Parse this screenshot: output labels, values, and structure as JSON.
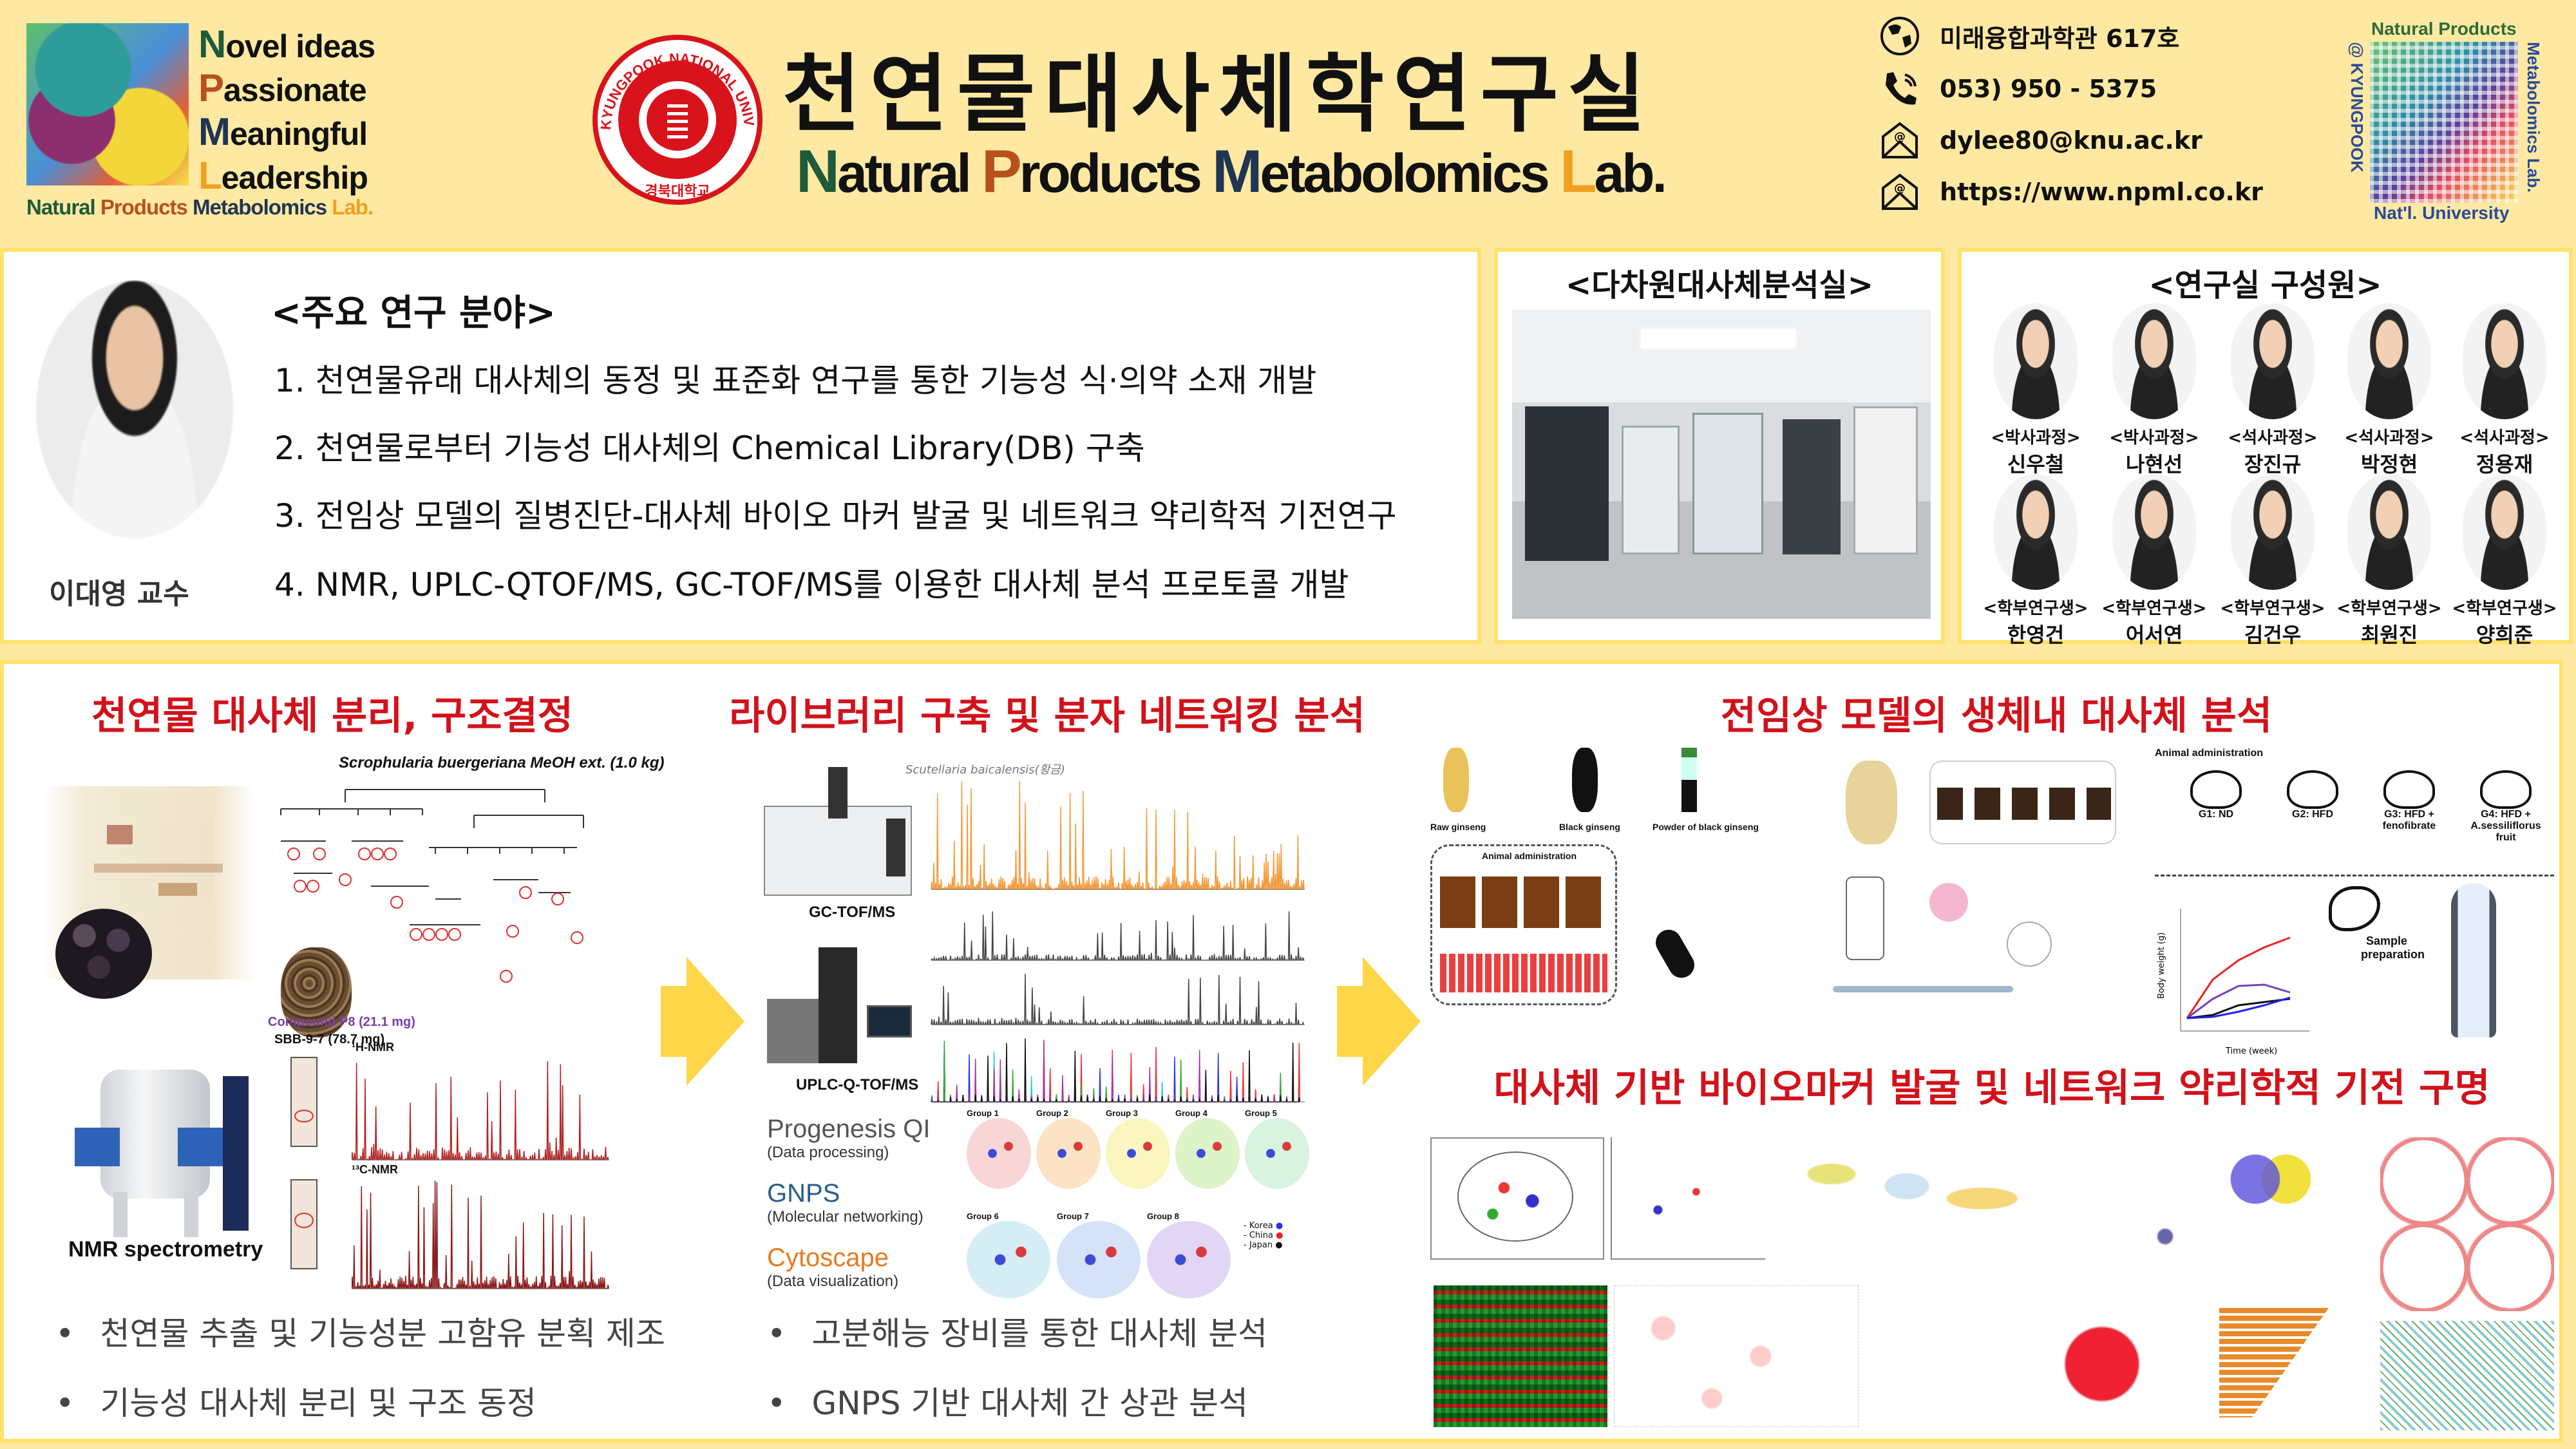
{
  "header": {
    "motto": [
      {
        "cap": "N",
        "rest": "ovel ideas",
        "color": "#1E5B3A"
      },
      {
        "cap": "P",
        "rest": "assionate",
        "color": "#B8501C"
      },
      {
        "cap": "M",
        "rest": "eaningful",
        "color": "#1F3553"
      },
      {
        "cap": "L",
        "rest": "eadership",
        "color": "#F0A020"
      }
    ],
    "lab_words": [
      {
        "text": "Natural",
        "color": "#1E5B3A"
      },
      {
        "text": "Products",
        "color": "#B8501C"
      },
      {
        "text": "Metabolomics",
        "color": "#1F3553"
      },
      {
        "text": "Lab.",
        "color": "#F0A020"
      }
    ],
    "seal_text_en": "KYUNGPOOK NATIONAL UNIVERSITY",
    "seal_text_kr": "경북대학교",
    "title_kr": "천연물대사체학연구실",
    "title_en_words": [
      {
        "cap": "N",
        "rest": "atural",
        "color": "#1E5B3A"
      },
      {
        "cap": "P",
        "rest": "roducts",
        "color": "#B8501C"
      },
      {
        "cap": "M",
        "rest": "etabolomics",
        "color": "#1F3553"
      },
      {
        "cap": "L",
        "rest": "ab.",
        "color": "#F0A020"
      }
    ],
    "contacts": [
      {
        "icon": "globe-icon",
        "text": "미래융합과학관 617호"
      },
      {
        "icon": "phone-icon",
        "text": "053) 950 - 5375"
      },
      {
        "icon": "mail-icon",
        "text": "dylee80@knu.ac.kr"
      },
      {
        "icon": "mail-icon",
        "text": "https://www.npml.co.kr"
      }
    ],
    "qr": {
      "top": "Natural Products",
      "right": "Metabolomics Lab.",
      "left": "@ KYUNGPOOK",
      "bottom": "Nat'l. University"
    }
  },
  "research": {
    "professor": "이대영 교수",
    "heading": "<주요 연구 분야>",
    "items": [
      "1.   천연물유래 대사체의 동정 및 표준화 연구를 통한 기능성 식·의약 소재 개발",
      "2.   천연물로부터 기능성 대사체의 Chemical Library(DB) 구축",
      "3.   전임상 모델의 질병진단-대사체 바이오 마커 발굴 및 네트워크 약리학적 기전연구",
      "4.   NMR, UPLC-QTOF/MS, GC-TOF/MS를 이용한 대사체 분석 프로토콜 개발"
    ]
  },
  "facility": {
    "title": "<다차원대사체분석실>"
  },
  "members": {
    "title": "<연구실 구성원>",
    "list": [
      {
        "role": "<박사과정>",
        "name": "신우철"
      },
      {
        "role": "<박사과정>",
        "name": "나현선"
      },
      {
        "role": "<석사과정>",
        "name": "장진규"
      },
      {
        "role": "<석사과정>",
        "name": "박정현"
      },
      {
        "role": "<석사과정>",
        "name": "정용재"
      },
      {
        "role": "<학부연구생>",
        "name": "한영건"
      },
      {
        "role": "<학부연구생>",
        "name": "어서연"
      },
      {
        "role": "<학부연구생>",
        "name": "김건우"
      },
      {
        "role": "<학부연구생>",
        "name": "최원진"
      },
      {
        "role": "<학부연구생>",
        "name": "양희준"
      }
    ]
  },
  "sections": {
    "isolation": {
      "heading": "천연물 대사체 분리, 구조결정",
      "tree_title": "Scrophularia buergeriana MeOH ext. (1.0 kg)",
      "compound": "Compound P8 (21.1 mg)",
      "sample": "SBB-9-7 (78.7 mg)",
      "h_nmr": "¹H-NMR",
      "c_nmr": "¹³C-NMR",
      "nmr_label": "NMR spectrometry",
      "bullets": [
        "천연물 추출 및 기능성분 고함유 분획 제조",
        "기능성 대사체 분리 및 구조 동정"
      ]
    },
    "library": {
      "heading": "라이브러리 구축 및 분자 네트워킹 분석",
      "gc_label": "GC-TOF/MS",
      "uplc_label": "UPLC-Q-TOF/MS",
      "chrom_title": "Scutellaria baicalensis(황금)",
      "tools": [
        {
          "name": "Progenesis QI",
          "desc": "(Data processing)",
          "color": "#555"
        },
        {
          "name": "GNPS",
          "desc": "(Molecular networking)",
          "color": "#2B5C8A"
        },
        {
          "name": "Cytoscape",
          "desc": "(Data visualization)",
          "color": "#E87A1E"
        }
      ],
      "groups": [
        "Group 1",
        "Group 2",
        "Group 3",
        "Group 4",
        "Group 5",
        "Group 6",
        "Group 7",
        "Group 8"
      ],
      "legend": [
        "Korea",
        "China",
        "Japan"
      ],
      "bullets": [
        "고분해능 장비를 통한 대사체 분석",
        "GNPS 기반 대사체 간 상관 분석"
      ]
    },
    "preclinical": {
      "heading": "전임상 모델의 생체내 대사체 분석",
      "ginseng": [
        "Raw ginseng",
        "Black ginseng",
        "Powder of black ginseng"
      ],
      "animal_admin": "Animal administration",
      "groups": [
        "G1: ND",
        "G2: HFD",
        "G3: HFD + fenofibrate",
        "G4: HFD + A.sessiliflorus fruit"
      ],
      "chart_ylabel": "Body weight (g)",
      "chart_xlabel": "Time (week)",
      "sample_prep": "Sample preparation"
    },
    "biomarker": {
      "heading": "대사체 기반 바이오마커 발굴 및 네트워크 약리학적 기전 구명"
    }
  }
}
